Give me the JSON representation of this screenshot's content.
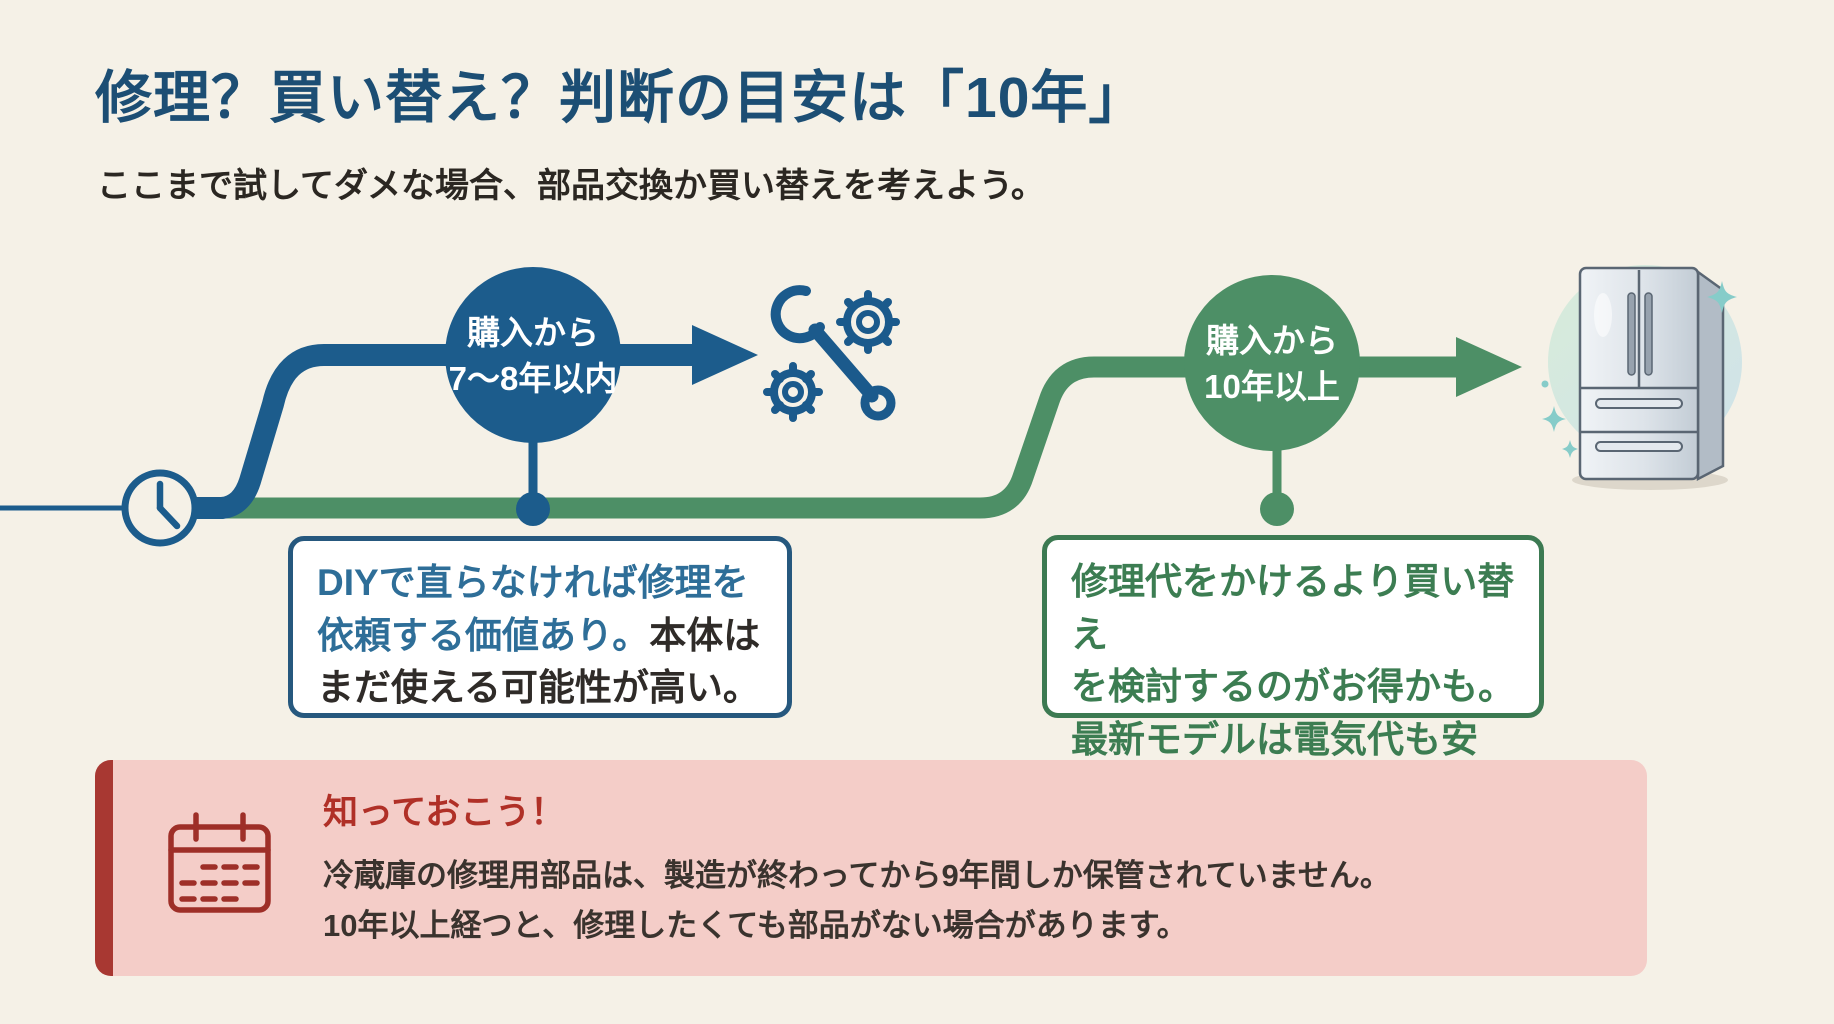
{
  "header": {
    "title": "修理？買い替え？判断の目安は「10年」",
    "subtitle": "ここまで試してダメな場合、部品交換か買い替えを考えよう。"
  },
  "flowchart": {
    "repair_branch": {
      "node": {
        "line1": "購入から",
        "line2": "7〜8年以内"
      },
      "tools_icon": "wrench-and-gears-icon",
      "callout": {
        "line1": "DIYで直らなければ修理を",
        "line2_highlight": "依頼する価値あり。",
        "line2_rest": "本体は",
        "line3": "まだ使える可能性が高い。"
      }
    },
    "replace_branch": {
      "node": {
        "line1": "購入から",
        "line2": "10年以上"
      },
      "fridge_icon": "refrigerator-illustration",
      "callout": {
        "line1": "修理代をかけるより買い替え",
        "line2": "を検討するのがお得かも。",
        "line3": "最新モデルは電気代も安い！"
      }
    }
  },
  "info_box": {
    "heading": "知っておこう！",
    "body_line1": "冷蔵庫の修理用部品は、製造が終わってから9年間しか保管されていません。",
    "body_line2": "10年以上経つと、修理したくても部品がない場合があります。"
  },
  "colors": {
    "background": "#f5f1e7",
    "title_blue": "#1c4e74",
    "branch_blue": "#1c5c8c",
    "branch_green": "#4d8f66",
    "callout_blue_border": "#26587e",
    "callout_blue_text": "#2e6e98",
    "callout_green_text": "#3c7d52",
    "dark_text": "#2e2a26",
    "info_background": "#f4cdc8",
    "info_bar": "#a83832",
    "info_heading_red": "#b03027",
    "sparkle_teal": "#86ccc9"
  }
}
